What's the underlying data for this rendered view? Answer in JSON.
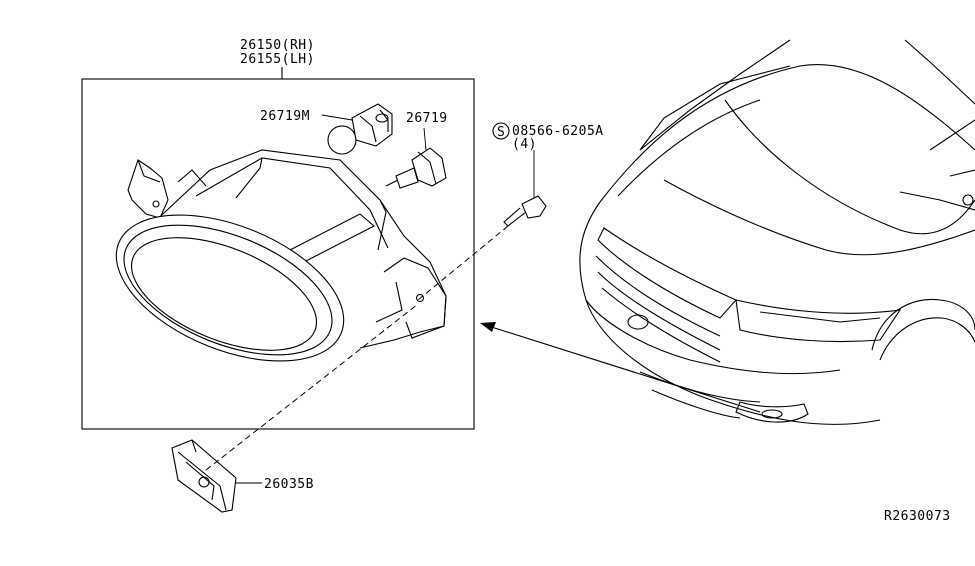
{
  "parts": {
    "assembly_rh": "26150(RH)",
    "assembly_lh": "26155(LH)",
    "bulb_m": "26719M",
    "bulb": "26719",
    "screw": "08566-6205A",
    "screw_symbol": "S",
    "screw_qty": "(4)",
    "clip": "26035B"
  },
  "diagram_code": "R2630073",
  "colors": {
    "line": "#000000",
    "background": "#ffffff"
  }
}
